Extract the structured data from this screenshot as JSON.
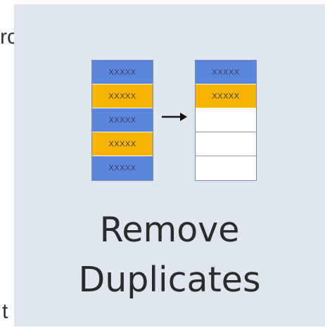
{
  "fragments": {
    "top": "rc",
    "bottom": "t"
  },
  "card": {
    "title_line1": "Remove",
    "title_line2": "Duplicates",
    "background_color": "#dfe6f0"
  },
  "left_column": {
    "cells": [
      {
        "text": "XXXXX",
        "color": "blue"
      },
      {
        "text": "XXXXX",
        "color": "orange"
      },
      {
        "text": "XXXXX",
        "color": "blue"
      },
      {
        "text": "XXXXX",
        "color": "orange"
      },
      {
        "text": "XXXXX",
        "color": "blue"
      }
    ]
  },
  "right_column": {
    "cells": [
      {
        "text": "XXXXX",
        "color": "blue"
      },
      {
        "text": "XXXXX",
        "color": "orange"
      },
      {
        "text": "",
        "color": "white"
      },
      {
        "text": "",
        "color": "white"
      },
      {
        "text": "",
        "color": "white"
      }
    ]
  },
  "icons": {
    "arrow": "arrow-right-icon"
  },
  "colors": {
    "blue": "#5b86dd",
    "orange": "#f6b400"
  }
}
